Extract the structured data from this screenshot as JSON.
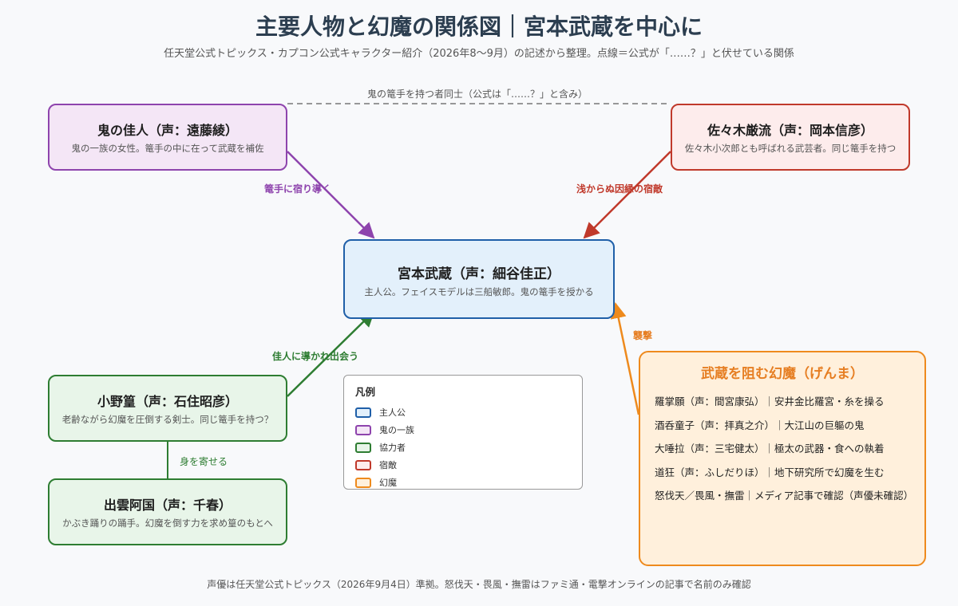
{
  "header": {
    "title": "主要人物と幻魔の関係図｜宮本武蔵を中心に",
    "subtitle": "任天堂公式トピックス・カプコン公式キャラクター紹介（2026年8〜9月）の記述から整理。点線＝公式が「……？」と伏せている関係"
  },
  "nodes": {
    "musashi": {
      "name": "宮本武蔵（声：細谷佳正）",
      "desc": "主人公。フェイスモデルは三船敏郎。鬼の篭手を授かる"
    },
    "oni_woman": {
      "name": "鬼の佳人（声：遠藤綾）",
      "desc": "鬼の一族の女性。篭手の中に在って武蔵を補佐"
    },
    "sasaki": {
      "name": "佐々木厳流（声：岡本信彦）",
      "desc": "佐々木小次郎とも呼ばれる武芸者。同じ篭手を持つ"
    },
    "ono": {
      "name": "小野篁（声：石住昭彦）",
      "desc": "老齢ながら幻魔を圧倒する剣士。同じ篭手を持つ？"
    },
    "izumo": {
      "name": "出雲阿国（声：千春）",
      "desc": "かぶき踊りの踊手。幻魔を倒す力を求め篁のもとへ"
    }
  },
  "edges": {
    "dashed": "鬼の篭手を持つ者同士（公式は「……？」と含み）",
    "oni_to_musashi": "篭手に宿り導く",
    "sasaki_to_musashi": "浅からぬ因縁の宿敵",
    "ono_to_musashi": "佳人に導かれ出会う",
    "izumo_to_ono": "身を寄せる",
    "genma_to_musashi": "襲撃"
  },
  "genma": {
    "title": "武蔵を阻む幻魔（げんま）",
    "items": [
      "羅掌願（声：間宮康弘）｜安井金比羅宮・糸を操る",
      "酒呑童子（声：拝真之介）｜大江山の巨軀の鬼",
      "大唾拉（声：三宅健太）｜極太の武器・食への執着",
      "道狂（声：ふしだりほ）｜地下研究所で幻魔を生む",
      "怒伐天／畏風・撫雷｜メディア記事で確認（声優未確認）"
    ]
  },
  "legend": {
    "title": "凡例",
    "items": [
      {
        "label": "主人公",
        "fill": "#e3f0fb",
        "stroke": "#1f5fa8"
      },
      {
        "label": "鬼の一族",
        "fill": "#f4e6f6",
        "stroke": "#8e44ad"
      },
      {
        "label": "協力者",
        "fill": "#e8f5e9",
        "stroke": "#2e7d32"
      },
      {
        "label": "宿敵",
        "fill": "#fdecec",
        "stroke": "#c0392b"
      },
      {
        "label": "幻魔",
        "fill": "#fff0dc",
        "stroke": "#ee8a1d"
      }
    ]
  },
  "footer": "声優は任天堂公式トピックス（2026年9月4日）準拠。怒伐天・畏風・撫雷はファミ通・電撃オンラインの記事で名前のみ確認",
  "colors": {
    "oni": "#8e44ad",
    "rival": "#c0392b",
    "ally": "#2e7d32",
    "genma": "#ee8a1d",
    "dashed": "#777777"
  }
}
